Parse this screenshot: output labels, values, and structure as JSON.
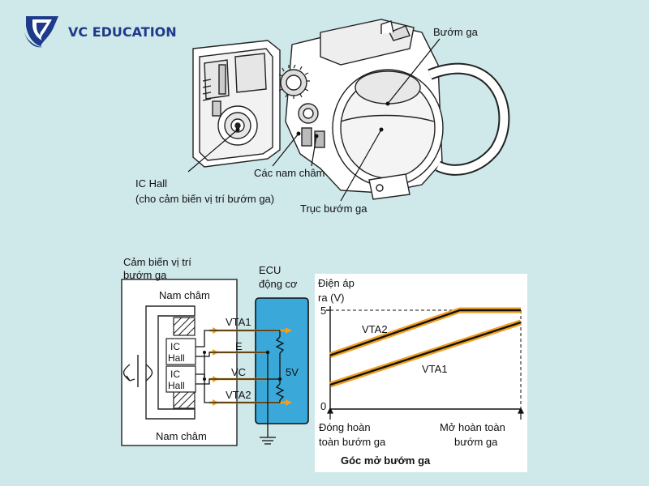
{
  "brand": {
    "name": "VC EDUCATION",
    "color": "#1e3a8a"
  },
  "colors": {
    "background": "#cfe8ea",
    "ecu_fill": "#3aa8d8",
    "trace_orange": "#f0a020",
    "line_dark": "#111111"
  },
  "top_labels": {
    "buom_ga": "Bướm ga",
    "ic_hall_1": "IC Hall",
    "ic_hall_2": "(cho cảm biến vị trí bướm ga)",
    "nam_cham": "Các nam châm",
    "truc_buom_ga": "Trục bướm ga"
  },
  "circuit": {
    "sensor_title_1": "Cảm biến vị trí",
    "sensor_title_2": "bướm ga",
    "magnet_top": "Nam châm",
    "magnet_bottom": "Nam châm",
    "ic_1a": "IC",
    "ic_1b": "Hall",
    "ic_2a": "IC",
    "ic_2b": "Hall",
    "ecu_title_1": "ECU",
    "ecu_title_2": "động cơ",
    "pin_vta1": "VTA1",
    "pin_e": "E",
    "pin_vc": "VC",
    "pin_vta2": "VTA2",
    "supply": "5V"
  },
  "chart_data": {
    "type": "line",
    "title": "",
    "ylabel_1": "Điện áp",
    "ylabel_2": "ra (V)",
    "xlabel": "Góc mở bướm ga",
    "x_left_1": "Đóng hoàn",
    "x_left_2": "toàn bướm ga",
    "x_right_1": "Mở hoàn toàn",
    "x_right_2": "bướm ga",
    "ytick_top": "5",
    "ytick_bottom": "0",
    "ylim": [
      0,
      5
    ],
    "xlim": [
      0,
      1
    ],
    "series": [
      {
        "name": "VTA2",
        "points": [
          [
            0,
            2.4
          ],
          [
            0.68,
            5.0
          ],
          [
            1,
            5.0
          ]
        ]
      },
      {
        "name": "VTA1",
        "points": [
          [
            0,
            0.7
          ],
          [
            1,
            4.3
          ]
        ]
      }
    ]
  }
}
